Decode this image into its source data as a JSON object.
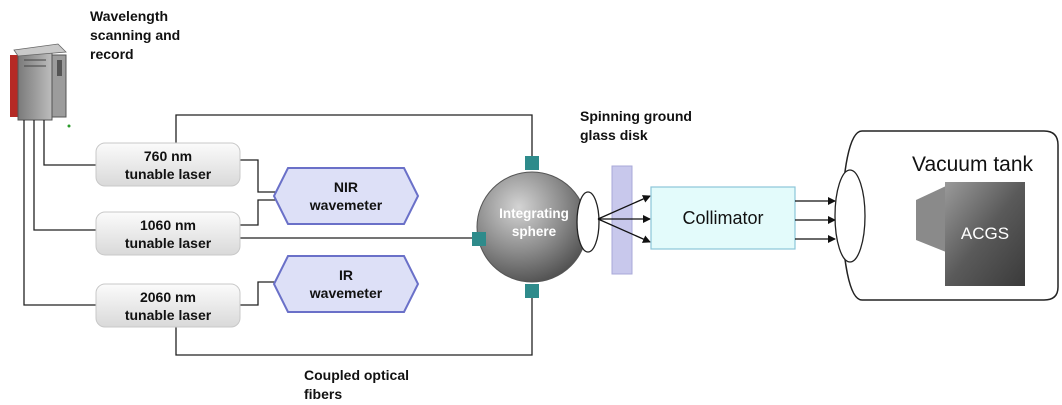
{
  "computer": {
    "caption": "Wavelength\nscanning and\nrecord",
    "icon": "computer-tower-icon"
  },
  "lasers": [
    {
      "label": "760 nm\ntunable laser"
    },
    {
      "label": "1060 nm\ntunable laser"
    },
    {
      "label": "2060 nm\ntunable laser"
    }
  ],
  "wavemeters": [
    {
      "label": "NIR\nwavemeter"
    },
    {
      "label": "IR\nwavemeter"
    }
  ],
  "sphere": {
    "label": "Integrating\nsphere"
  },
  "disk": {
    "caption": "Spinning ground\nglass disk"
  },
  "collimator": {
    "label": "Collimator"
  },
  "vacuum_tank": {
    "label": "Vacuum tank",
    "device_label": "ACGS"
  },
  "fibers": {
    "caption": "Coupled optical\nfibers"
  },
  "colors": {
    "laser_box": "#e8e8e8",
    "wavemeter_fill": "#dde0f7",
    "wavemeter_stroke": "#6a70c8",
    "collimator_fill": "#e3fbfb",
    "collimator_stroke": "#8cc6d8",
    "disk_fill": "#c8c8ec",
    "port_fill": "#2e8b8b",
    "sphere": "#808080",
    "acgs": "#555555",
    "computer_accent": "#b52a25"
  }
}
